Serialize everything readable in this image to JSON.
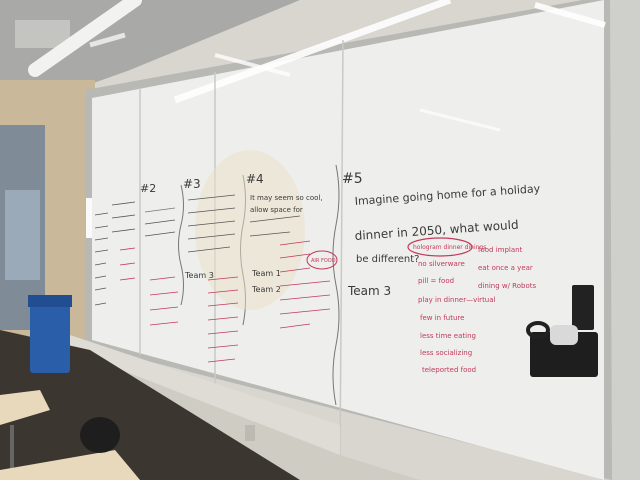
{
  "scene": {
    "colors": {
      "ceiling": "#a9a9a7",
      "wall": "#c9b89a",
      "board": "#eeeeec",
      "board_shadow": "#d9d9d6",
      "black_marker": "#3a3a3a",
      "red_marker": "#c23a5a",
      "bin": "#2b5ea8",
      "floor": "#3c3630",
      "desk": "#e8d9bd"
    }
  },
  "board5": {
    "heading": "#5",
    "line1": "Imagine going home for a holiday",
    "line2": "dinner in 2050, what would",
    "line3": "be different?",
    "team": "Team 3",
    "circled": "hologram dinner dinings",
    "left_items": [
      "no silverware",
      "pill = food",
      "play in dinner—virtual",
      "few in future",
      "less time eating",
      "less socializing",
      "teleported food"
    ],
    "right_items": [
      "food implant",
      "eat once a year",
      "dining w/ Robots"
    ]
  },
  "board4": {
    "heading": "#4",
    "line1": "It may seem so cool,",
    "line2": "allow space for",
    "team1": "Team 1",
    "team2": "Team 2",
    "circled": "AIR FOOD"
  },
  "board3": {
    "heading": "#3",
    "team": "Team 3"
  },
  "board2": {
    "heading": "#2"
  }
}
